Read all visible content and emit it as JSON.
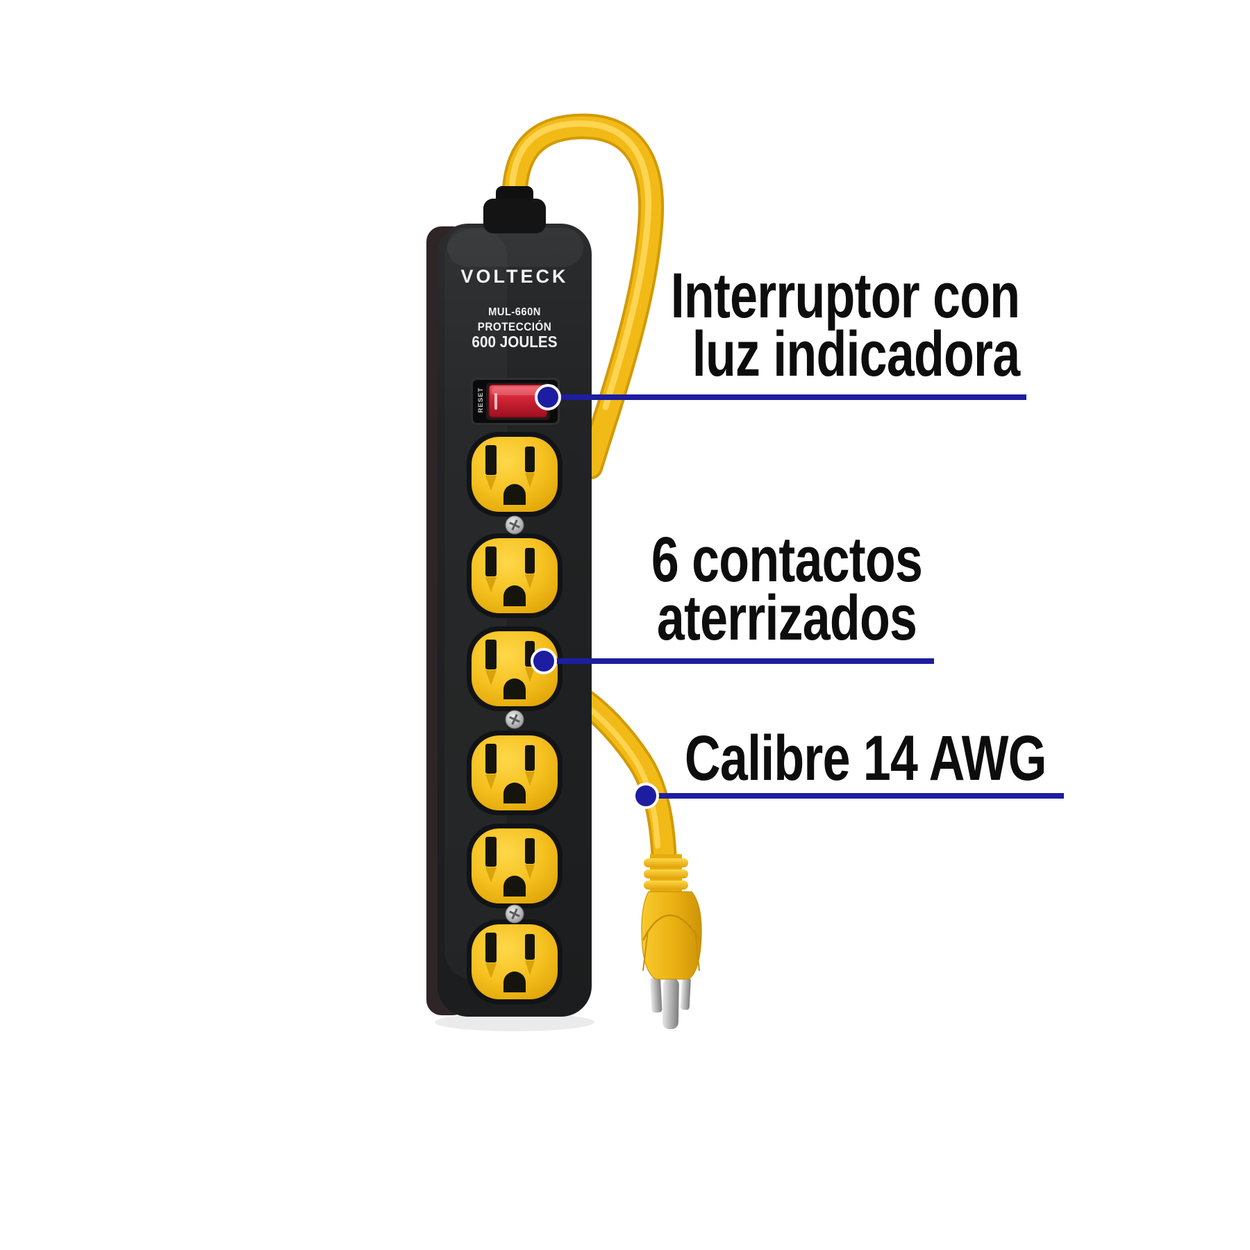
{
  "product": {
    "brand": "VOLTECK",
    "model": "MUL-660N",
    "protection": "PROTECCIÓN",
    "joules": "600 JOULES",
    "switch_label": "RESET",
    "outlet_count": 6
  },
  "annotations": {
    "switch": {
      "line1": "Interruptor con",
      "line2": "luz indicadora"
    },
    "outlets": {
      "line1": "6 contactos",
      "line2": "aterrizados"
    },
    "cord": {
      "line1": "Calibre 14 AWG"
    }
  },
  "colors": {
    "background": "#ffffff",
    "annotation_line": "#1d1da1",
    "text_black": "#0d0d0d",
    "label_white": "#f2f2f2",
    "strip_body": "#232527",
    "strip_side": "#2e2526",
    "outlet_yellow": "#f3bd17",
    "outlet_recess": "#121316",
    "cord_yellow": "#f2ba17",
    "cord_shadow": "#d29a05",
    "switch_red": "#cf2433",
    "bezel_black": "#0a0a0b",
    "screw_silver": "#b9bcbe",
    "prong_silver": "#c9c9c9"
  }
}
